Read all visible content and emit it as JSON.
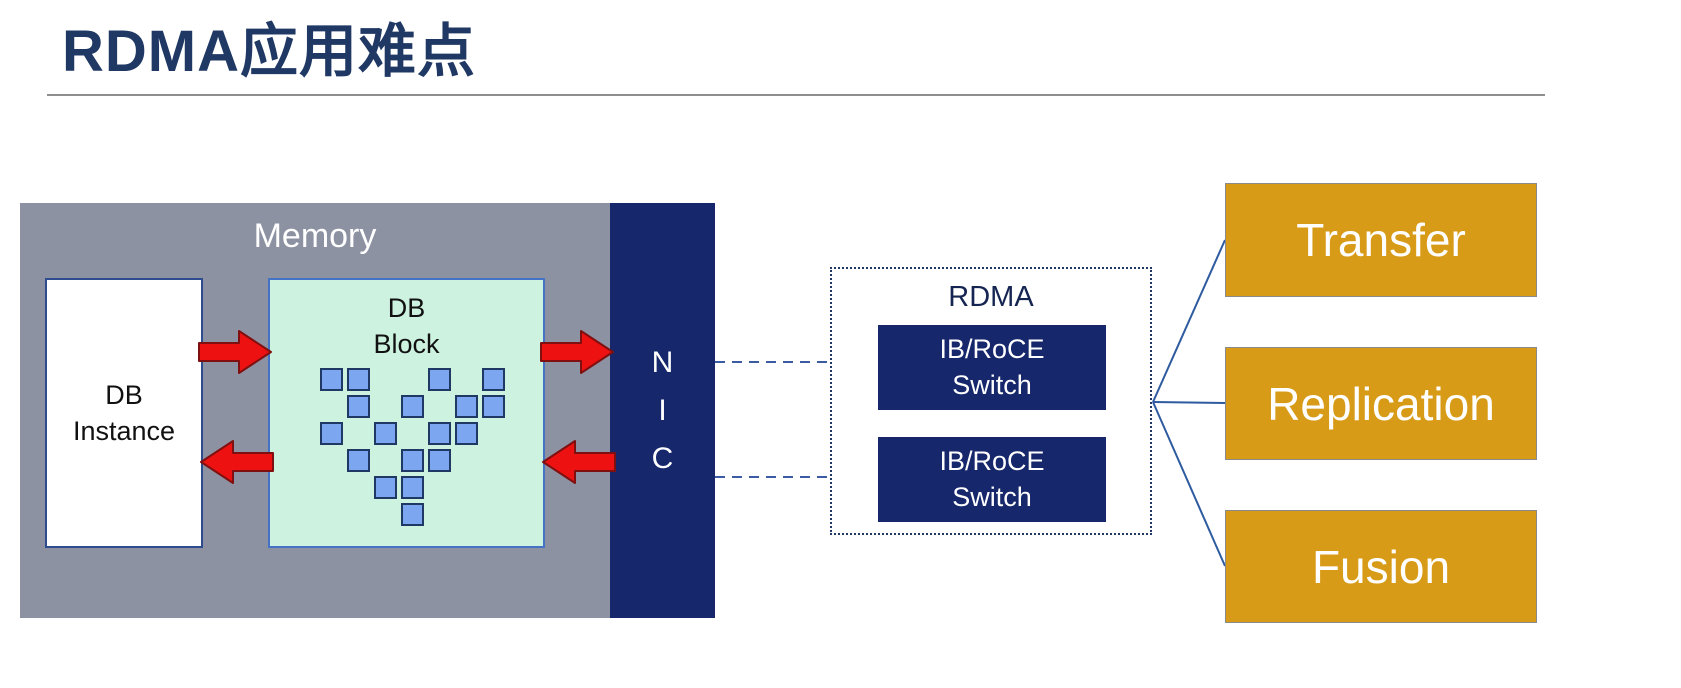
{
  "title": "RDMA应用难点",
  "diagram": {
    "memory_label": "Memory",
    "db_instance": {
      "line1": "DB",
      "line2": "Instance"
    },
    "db_block": {
      "line1": "DB",
      "line2": "Block"
    },
    "nic_letters": [
      "N",
      "I",
      "C"
    ],
    "rdma_label": "RDMA",
    "switches": [
      {
        "line1": "IB/RoCE",
        "line2": "Switch"
      },
      {
        "line1": "IB/RoCE",
        "line2": "Switch"
      }
    ],
    "outputs": [
      {
        "label": "Transfer"
      },
      {
        "label": "Replication"
      },
      {
        "label": "Fusion"
      }
    ],
    "block_pattern": [
      [
        0,
        0
      ],
      [
        1,
        0
      ],
      [
        4,
        0
      ],
      [
        6,
        0
      ],
      [
        1,
        1
      ],
      [
        3,
        1
      ],
      [
        5,
        1
      ],
      [
        6,
        1
      ],
      [
        0,
        2
      ],
      [
        2,
        2
      ],
      [
        4,
        2
      ],
      [
        5,
        2
      ],
      [
        1,
        3
      ],
      [
        3,
        3
      ],
      [
        4,
        3
      ],
      [
        2,
        4
      ],
      [
        3,
        4
      ],
      [
        3,
        5
      ]
    ]
  },
  "colors": {
    "title": "#1F3864",
    "memory_bg": "#8D92A3",
    "navy": "#16276B",
    "mint": "#CDF2E0",
    "mint_border": "#4472C4",
    "arrow_red": "#EE1111",
    "arrow_red_border": "#801010",
    "orange": "#D89B18",
    "line_blue": "#2E5B9F",
    "square_fill": "#7DA6F0",
    "square_border": "#1F3864"
  }
}
